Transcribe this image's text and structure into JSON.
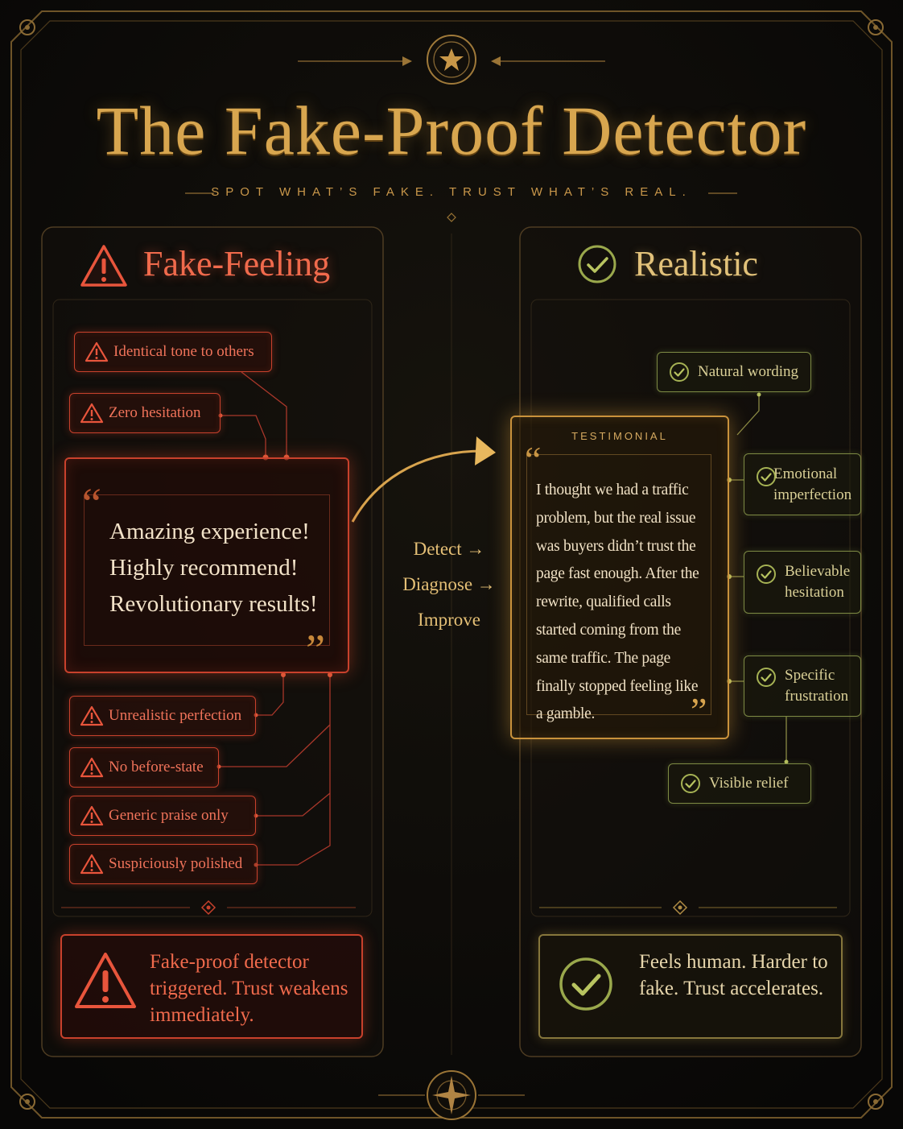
{
  "header": {
    "title": "The Fake-Proof Detector",
    "subtitle": "SPOT WHAT’S FAKE. TRUST WHAT’S REAL."
  },
  "fake_panel": {
    "heading": "Fake-Feeling",
    "tags_top": [
      "Identical tone to others",
      "Zero hesitation"
    ],
    "quote_lines": [
      "Amazing experience!",
      "Highly recommend!",
      "Revolutionary results!"
    ],
    "tags_bottom": [
      "Unrealistic perfection",
      "No before-state",
      "Generic praise only",
      "Suspiciously polished"
    ],
    "verdict": "Fake-proof detector triggered. Trust weakens immediately."
  },
  "middle": {
    "flow": [
      "Detect →",
      "Diagnose →",
      "Improve"
    ]
  },
  "real_panel": {
    "heading": "Realistic",
    "testimonial_label": "TESTIMONIAL",
    "testimonial_text": "I thought we had a traffic problem, but the real issue was buyers didn’t trust the page fast enough. After the rewrite, qualified calls started coming from the same traffic. The page finally stopped feeling like a gamble.",
    "tags": {
      "natural": "Natural wording",
      "emotional": "Emotional imperfection",
      "believable": "Believable hesitation",
      "specific": "Specific frustration",
      "relief": "Visible relief"
    },
    "verdict": "Feels human. Harder to fake. Trust accelerates."
  },
  "colors": {
    "gold": "#d8a64f",
    "red": "#c8412c",
    "red_text": "#f06a4c",
    "green": "#7d8a44",
    "background": "#0b0a08"
  }
}
